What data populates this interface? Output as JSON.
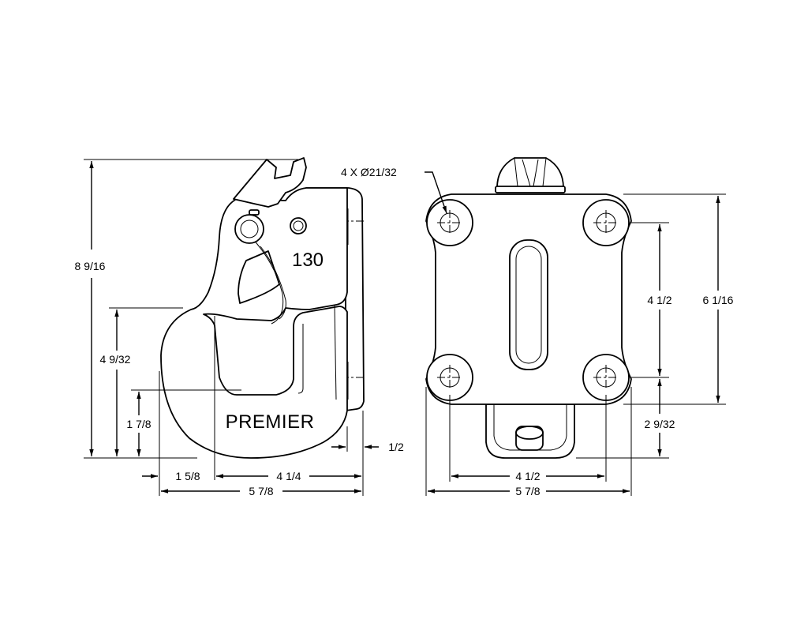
{
  "side_view": {
    "part_number": "130",
    "brand": "PREMIER",
    "dims": {
      "overall_height": "8 9/16",
      "hook_height": "4 9/32",
      "throat_height": "1 7/8",
      "hook_offset": "1 5/8",
      "throat_to_back": "4 1/4",
      "overall_width": "5 7/8",
      "plate": "1/2"
    }
  },
  "mount_view": {
    "hole_callout": "4 X Ø21/32",
    "dims": {
      "hole_spacing_vertical": "4 1/2",
      "overall_height": "6 1/16",
      "bottom_offset": "2 9/32",
      "hole_spacing_horizontal": "4 1/2",
      "overall_width": "5 7/8"
    }
  }
}
